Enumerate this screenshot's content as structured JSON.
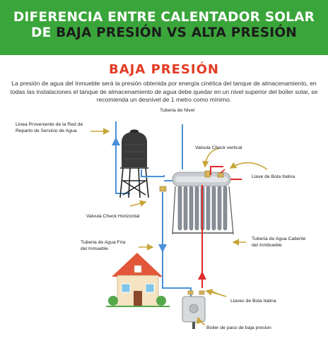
{
  "banner": {
    "line1": "DIFERENCIA ENTRE CALENTADOR SOLAR",
    "line2_prefix": "DE",
    "line2_emphasis": "BAJA PRESIÓN VS ALTA PRESIÓN",
    "background_color": "#3aa53a"
  },
  "section_title": "BAJA PRESIÓN",
  "intro": "La presión de agua del Inmueble será la presión obtenida por energía cinética del tanque de almacenamiento, en todas las instalaciones el tanque de almacenamiento de agua debe quedar en un  nivel superior del boiler solar, se recomienda un desnivel de 1 metro como mínimo.",
  "labels": {
    "linea_red_1": "Linea Proveniente de la Red de",
    "linea_red_2": "Reparto de Servicio de Agua",
    "tuberia_nivel": "Tuberia de Nivel",
    "valvula_check_vertical": "Valvula Check vertical",
    "llave_bola": "Llave de Bola Italina",
    "valvula_check_horizontal": "Valvula Check Horizontal",
    "agua_fria_1": "Tuberia de Agua Fria",
    "agua_fria_2": "del Inmueble",
    "agua_caliente_1": "Tuberia de Agua Caliente",
    "agua_caliente_2": "del Inmbueble",
    "llaves_bola": "Llaves de Bola Italina",
    "boiler_paso": "Boiler de paso de baja presion"
  },
  "colors": {
    "cold_pipe": "#4a90d9",
    "hot_pipe": "#e02a2a",
    "arrow": "#c8a53a",
    "title_red": "#e53b24"
  }
}
